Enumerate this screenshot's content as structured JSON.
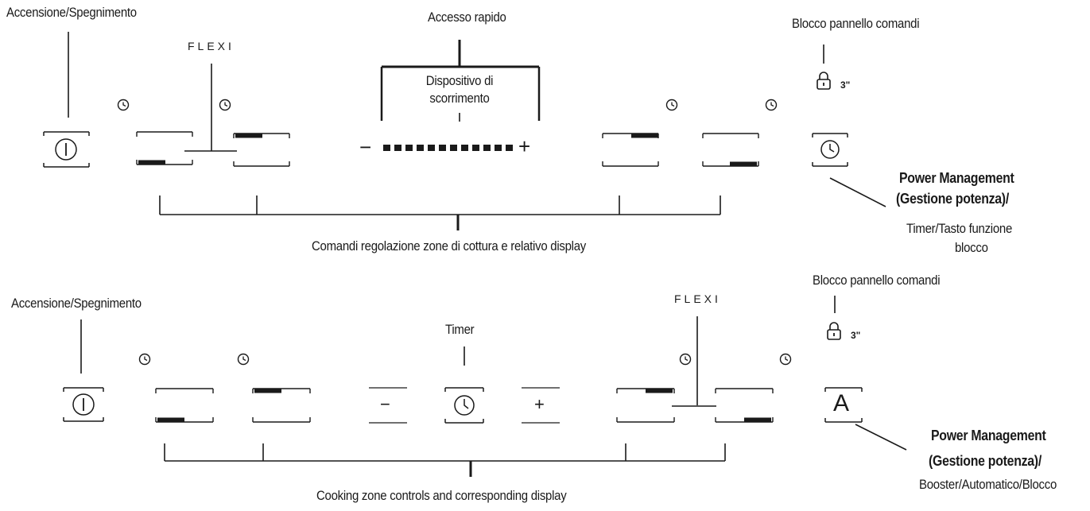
{
  "panel1": {
    "power_label": "Accensione/Spegnimento",
    "flexi_label": "FLEXI",
    "quick_access_label": "Accesso rapido",
    "slider_label_1": "Dispositivo di",
    "slider_label_2": "scorrimento",
    "slider_minus": "−",
    "slider_plus": "+",
    "lock_label": "Blocco pannello comandi",
    "lock_time": "3\"",
    "power_mgmt_label_1": "Power Management",
    "power_mgmt_label_2": "(Gestione potenza)/",
    "timer_label_1": "Timer/Tasto funzione",
    "timer_label_2": "blocco",
    "zones_label": "Comandi regolazione zone di  cottura e relativo display"
  },
  "panel2": {
    "power_label": "Accensione/Spegnimento",
    "flexi_label": "FLEXI",
    "timer_label": "Timer",
    "minus": "−",
    "plus": "+",
    "lock_label": "Blocco pannello comandi",
    "lock_time": "3\"",
    "booster_key": "A",
    "power_mgmt_label_1": "Power Management",
    "power_mgmt_label_2": "(Gestione potenza)/",
    "booster_label": "Booster/Automatico/Blocco",
    "zones_label": "Cooking zone controls and corresponding display"
  },
  "icons": [
    "power-icon",
    "clock-icon",
    "lock-icon",
    "booster-a-icon"
  ],
  "colors": {
    "line": "#1a1a1a",
    "text": "#1a1a1a"
  }
}
